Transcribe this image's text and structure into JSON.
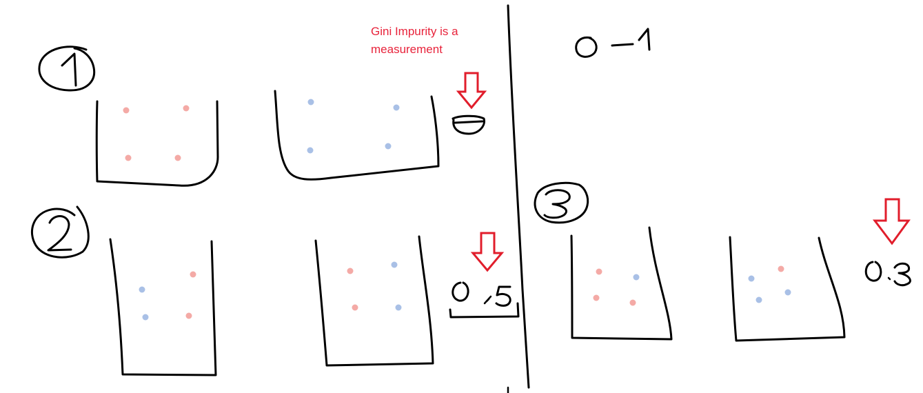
{
  "annotation": {
    "line1": "Gini Impurity is a",
    "line2": "measurement"
  },
  "colors": {
    "ink": "#000000",
    "annotation": "#e8233b",
    "arrow": "#e11d2b",
    "red_dot": "#f4aaa6",
    "blue_dot": "#a9c0e6"
  },
  "scale_label": "0 – 1",
  "cases": [
    {
      "number": "1",
      "left_bucket": {
        "red": 4,
        "blue": 0
      },
      "right_bucket": {
        "red": 0,
        "blue": 4
      },
      "result": "0"
    },
    {
      "number": "2",
      "left_bucket": {
        "red": 2,
        "blue": 2
      },
      "right_bucket": {
        "red": 2,
        "blue": 2
      },
      "result": "0.5"
    },
    {
      "number": "3",
      "left_bucket": {
        "red": 3,
        "blue": 1
      },
      "right_bucket": {
        "red": 1,
        "blue": 3
      },
      "result": "0.3"
    }
  ]
}
